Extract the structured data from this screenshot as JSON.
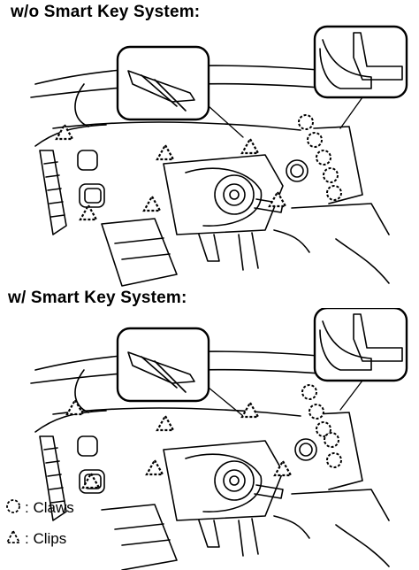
{
  "headings": {
    "without_smart_key": "w/o Smart Key System:",
    "with_smart_key": "w/ Smart Key System:"
  },
  "legend": {
    "claws_symbol": "circle-dashed-icon",
    "claws_label": ": Claws",
    "clips_symbol": "triangle-dashed-icon",
    "clips_label": ": Clips"
  },
  "colors": {
    "line": "#000000",
    "background": "#ffffff"
  }
}
